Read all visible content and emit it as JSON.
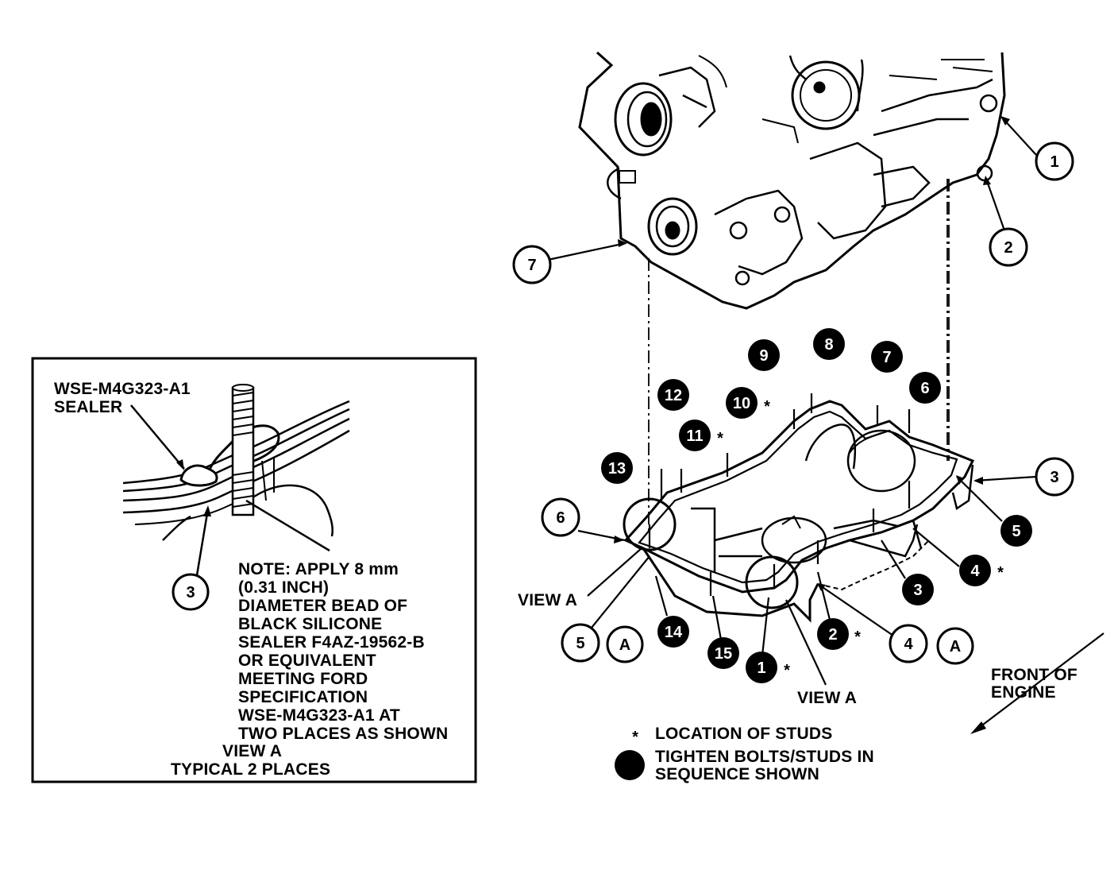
{
  "inset": {
    "sealer_code": "WSE-M4G323-A1",
    "sealer_word": "SEALER",
    "callout_3": "3",
    "note_lines": [
      "NOTE: APPLY 8 mm",
      "(0.31 INCH)",
      "DIAMETER BEAD OF",
      "BLACK SILICONE",
      "SEALER F4AZ-19562-B",
      "OR EQUIVALENT",
      "MEETING FORD",
      "SPECIFICATION",
      "WSE-M4G323-A1 AT",
      "TWO PLACES AS SHOWN"
    ],
    "caption_title": "VIEW A",
    "caption_sub": "TYPICAL 2 PLACES"
  },
  "part_callouts": [
    "1",
    "2",
    "3",
    "4",
    "5",
    "6",
    "7"
  ],
  "view_letter": "A",
  "sequence_numbers": [
    "1",
    "2",
    "3",
    "4",
    "5",
    "6",
    "7",
    "8",
    "9",
    "10",
    "11",
    "12",
    "13",
    "14",
    "15"
  ],
  "stud_mark": "*",
  "labels": {
    "view_a_left": "VIEW A",
    "view_a_bottom": "VIEW A",
    "front_line1": "FRONT OF",
    "front_line2": "ENGINE"
  },
  "legend": {
    "studs": "LOCATION OF STUDS",
    "tighten_line1": "TIGHTEN BOLTS/STUDS IN",
    "tighten_line2": "SEQUENCE SHOWN"
  }
}
